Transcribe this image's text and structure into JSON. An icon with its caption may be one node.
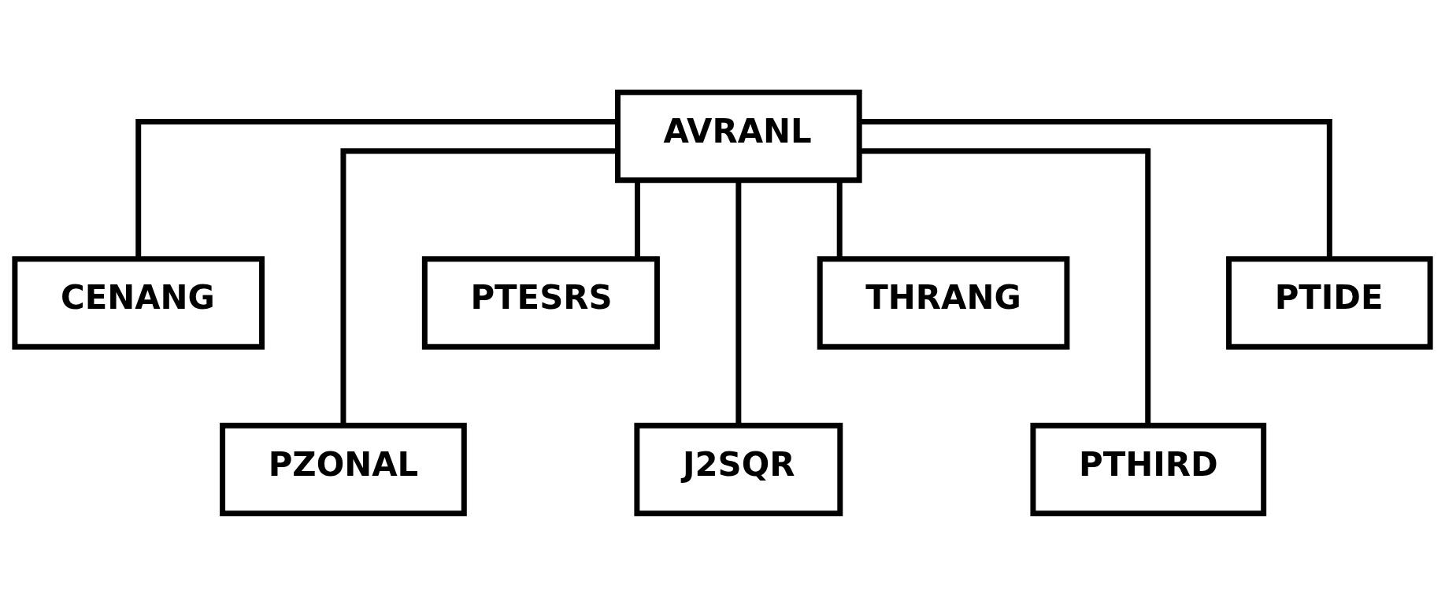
{
  "diagram": {
    "nodes": [
      {
        "text": [
          "AVRANL"
        ]
      },
      {
        "text": [
          "CENANG"
        ]
      },
      {
        "text": [
          "PZONAL"
        ]
      },
      {
        "text": [
          "PTESRS"
        ]
      },
      {
        "text": [
          "J2SQR"
        ]
      },
      {
        "text": [
          "THRANG"
        ]
      },
      {
        "text": [
          "PTHIRD"
        ]
      },
      {
        "text": [
          "PTIDE"
        ]
      }
    ],
    "edges": [
      {
        "from": 0,
        "to": 1,
        "arrow": "none"
      },
      {
        "from": 0,
        "to": 2,
        "arrow": "none"
      },
      {
        "from": 0,
        "to": 3,
        "arrow": "none"
      },
      {
        "from": 0,
        "to": 4,
        "arrow": "none"
      },
      {
        "from": 0,
        "to": 5,
        "arrow": "none"
      },
      {
        "from": 0,
        "to": 6,
        "arrow": "none"
      },
      {
        "from": 0,
        "to": 7,
        "arrow": "none"
      }
    ]
  }
}
